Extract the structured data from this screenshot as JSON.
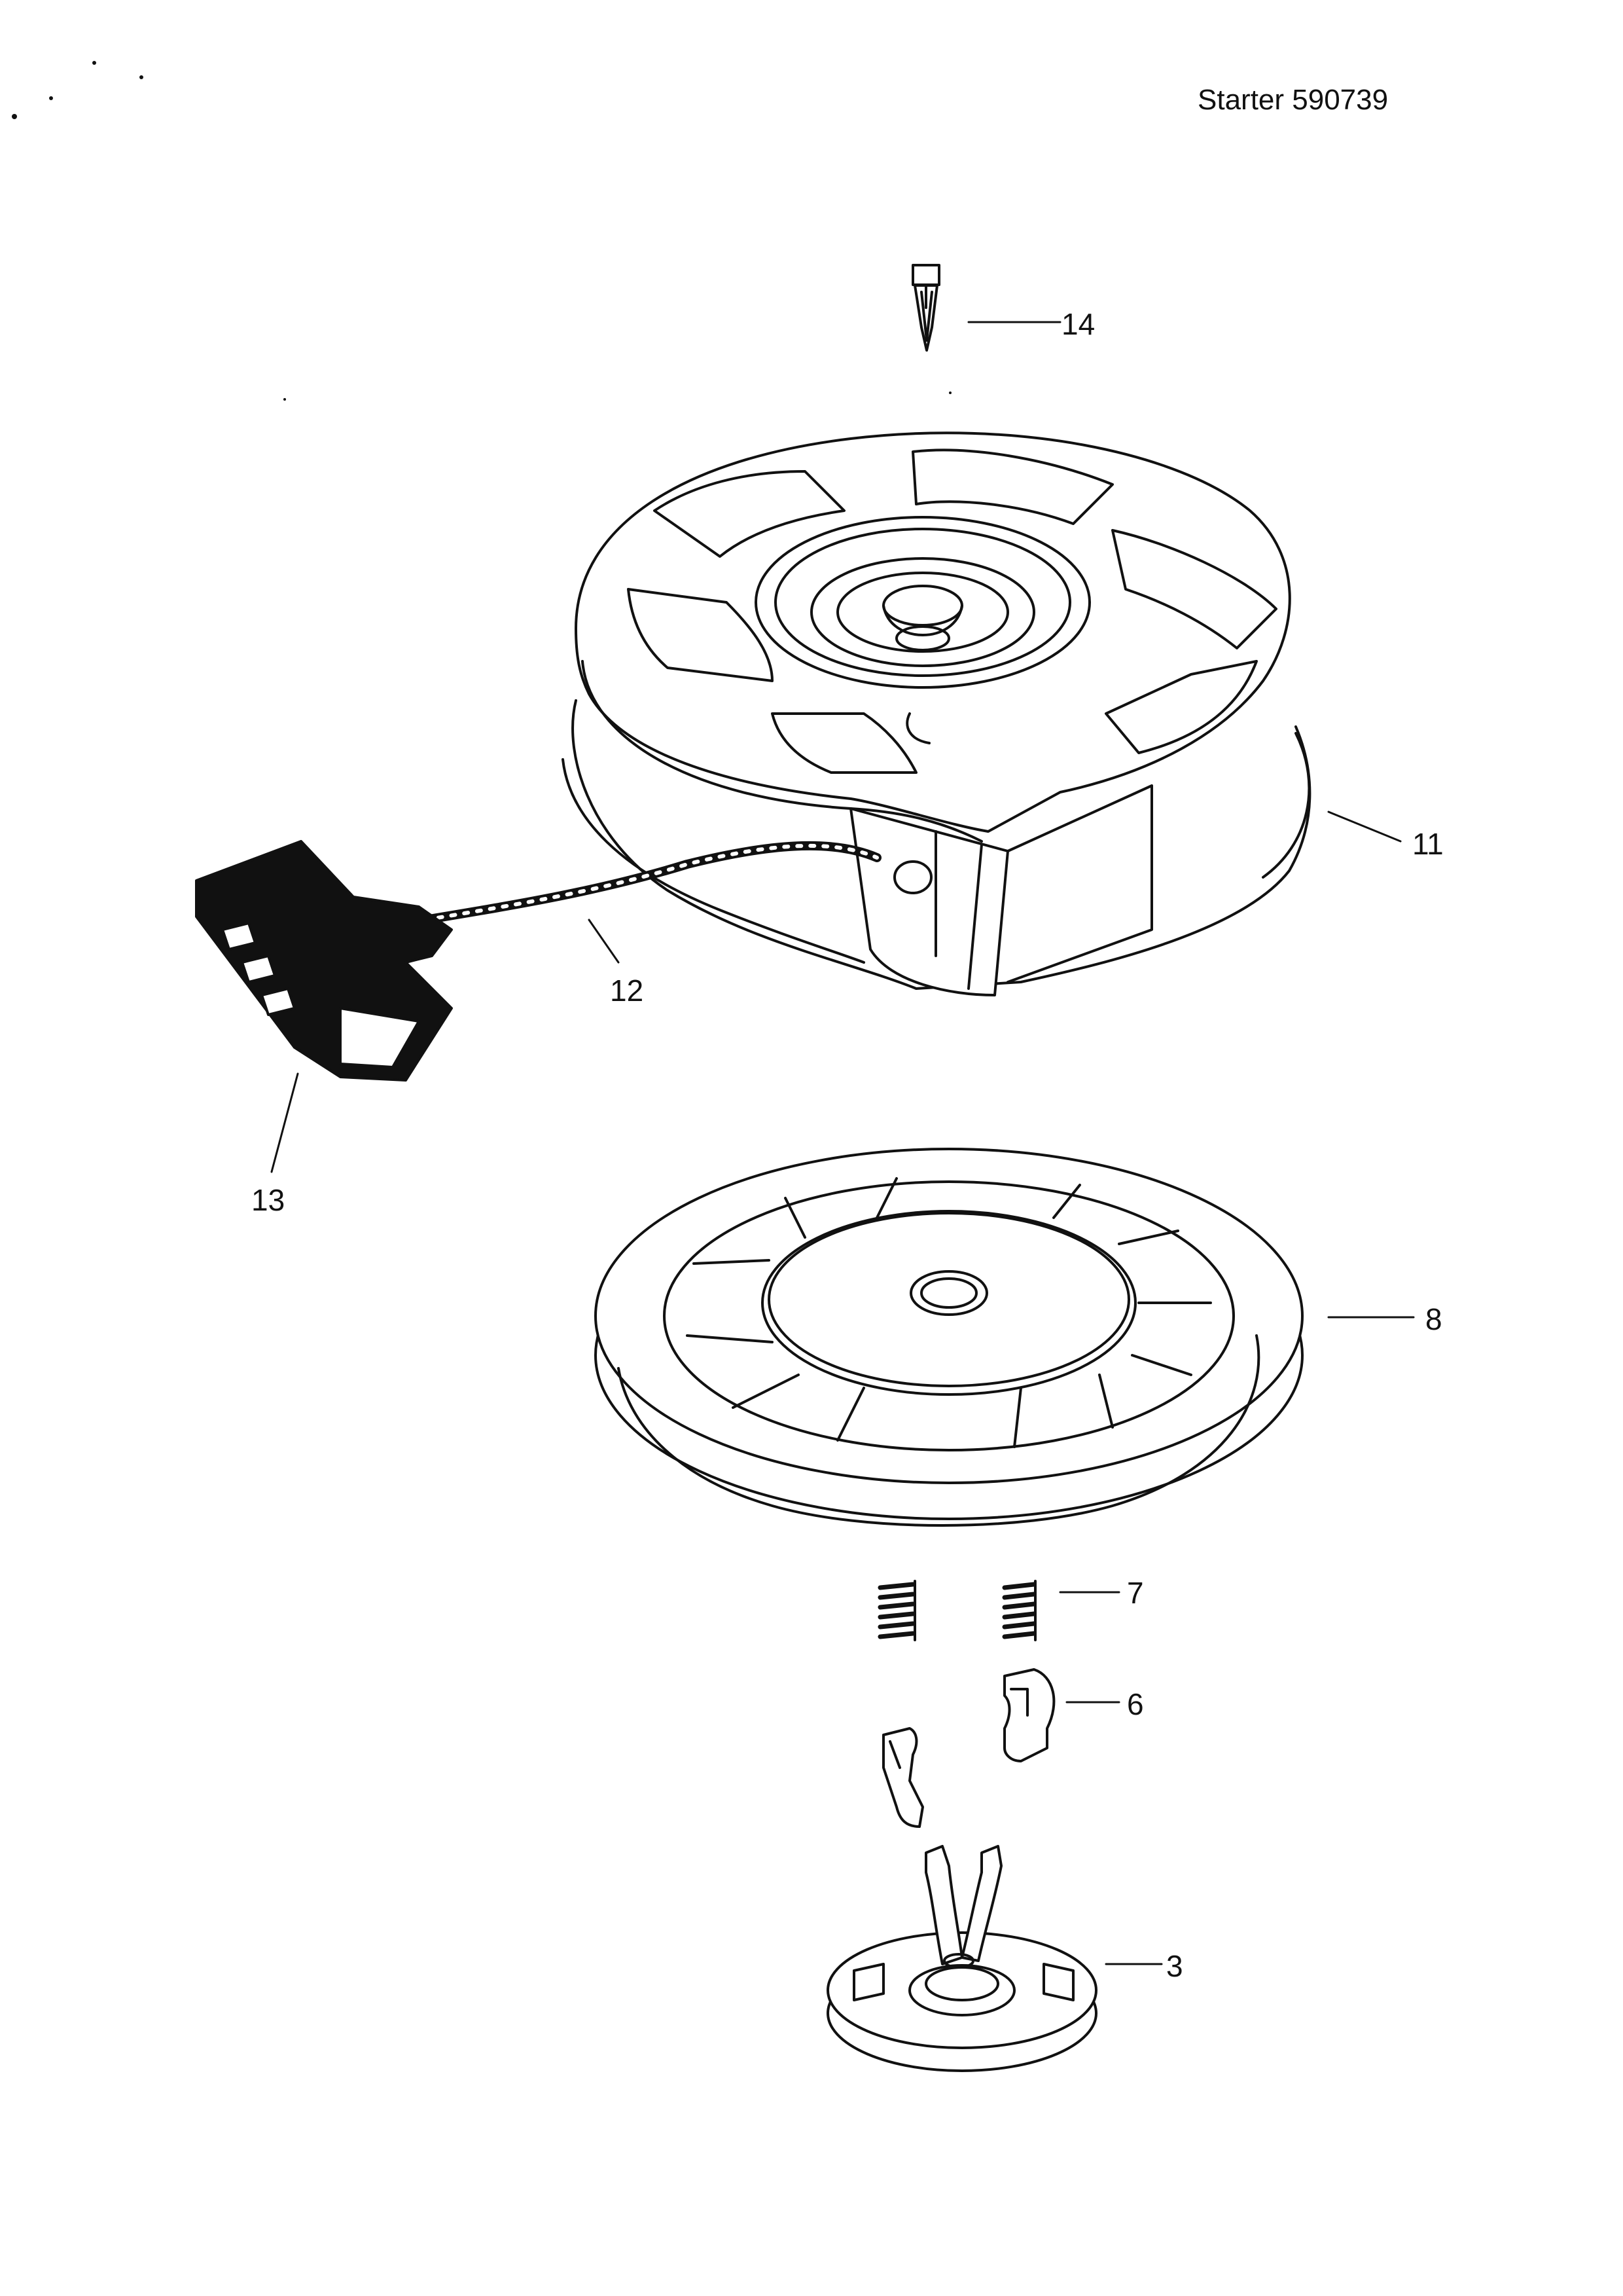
{
  "diagram": {
    "title": "Starter 590739",
    "parts": [
      {
        "id": "p14",
        "number": "14"
      },
      {
        "id": "p11",
        "number": "11"
      },
      {
        "id": "p12",
        "number": "12"
      },
      {
        "id": "p13",
        "number": "13"
      },
      {
        "id": "p8",
        "number": "8"
      },
      {
        "id": "p7",
        "number": "7"
      },
      {
        "id": "p6",
        "number": "6"
      },
      {
        "id": "p3",
        "number": "3"
      }
    ]
  }
}
